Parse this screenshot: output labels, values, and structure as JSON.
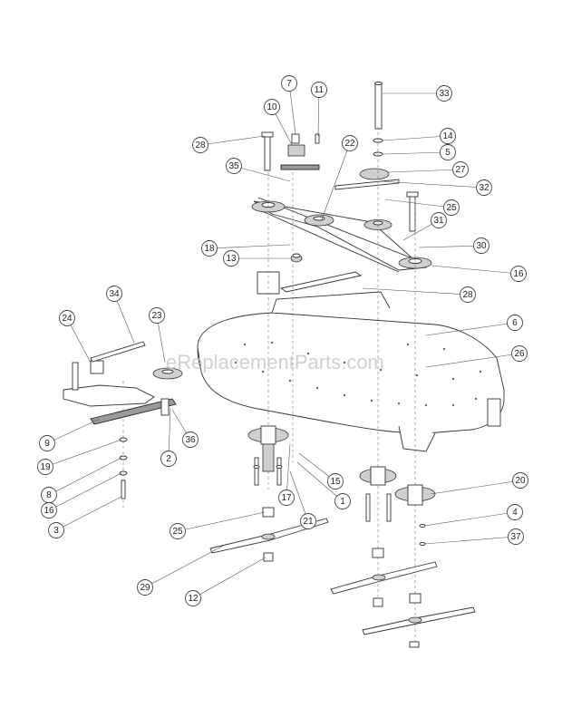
{
  "watermark": "eReplacementParts.com",
  "callouts": [
    {
      "label": "7"
    },
    {
      "label": "11"
    },
    {
      "label": "33"
    },
    {
      "label": "10"
    },
    {
      "label": "28"
    },
    {
      "label": "22"
    },
    {
      "label": "14"
    },
    {
      "label": "5"
    },
    {
      "label": "35"
    },
    {
      "label": "27"
    },
    {
      "label": "32"
    },
    {
      "label": "25"
    },
    {
      "label": "31"
    },
    {
      "label": "18"
    },
    {
      "label": "30"
    },
    {
      "label": "13"
    },
    {
      "label": "16"
    },
    {
      "label": "34"
    },
    {
      "label": "28"
    },
    {
      "label": "24"
    },
    {
      "label": "23"
    },
    {
      "label": "6"
    },
    {
      "label": "26"
    },
    {
      "label": "9"
    },
    {
      "label": "36"
    },
    {
      "label": "2"
    },
    {
      "label": "19"
    },
    {
      "label": "15"
    },
    {
      "label": "8"
    },
    {
      "label": "16"
    },
    {
      "label": "17"
    },
    {
      "label": "1"
    },
    {
      "label": "20"
    },
    {
      "label": "3"
    },
    {
      "label": "21"
    },
    {
      "label": "4"
    },
    {
      "label": "25"
    },
    {
      "label": "37"
    },
    {
      "label": "29"
    },
    {
      "label": "12"
    }
  ]
}
